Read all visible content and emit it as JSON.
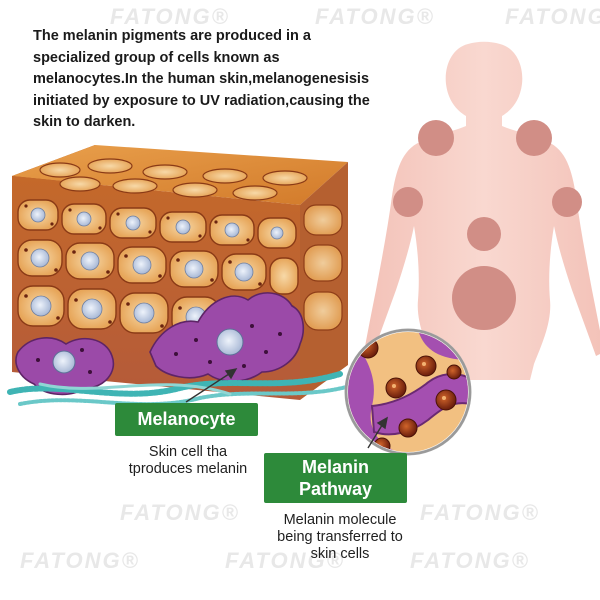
{
  "watermark": "FATONG®",
  "intro_text": "The melanin pigments are produced in a specialized group of cells known as melanocytes.In the human skin,melanogenesisis initiated by exposure to UV radiation,causing the skin to darken.",
  "melanocyte": {
    "label": "Melanocyte",
    "description_line1": "Skin cell tha",
    "description_line2": "tproduces melanin"
  },
  "melanin_pathway": {
    "label_line1": "Melanin",
    "label_line2": "Pathway",
    "description_line1": "Melanin molecule",
    "description_line2": "being transferred to",
    "description_line3": "skin cells"
  },
  "colors": {
    "label_green": "#2d8a3a",
    "skin_tone": "#f6cfc6",
    "pigment_spot": "#d18e86",
    "tissue_orange": "#e0913a",
    "melanocyte_purple": "#9b4aa8"
  }
}
